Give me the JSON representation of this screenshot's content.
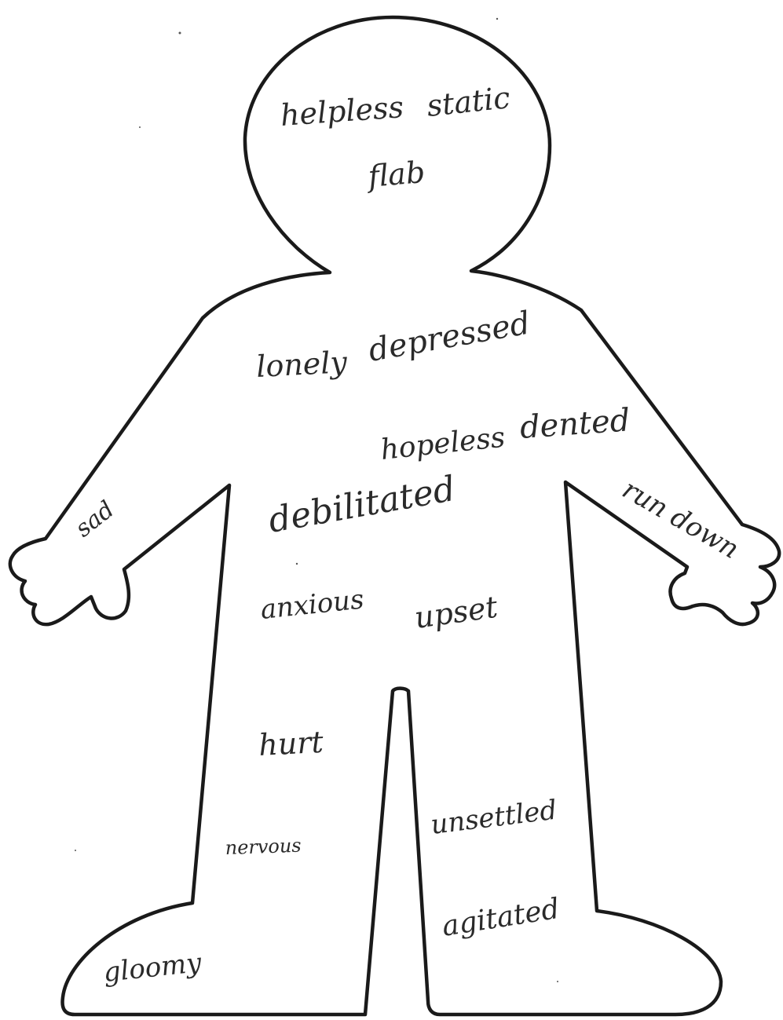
{
  "background_color": "#ffffff",
  "ink_color": "#1a1a1a",
  "figure": {
    "words": {
      "helpless": "helpless",
      "static": "static",
      "flab": "flab",
      "lonely": "lonely",
      "depressed": "depressed",
      "hopeless": "hopeless",
      "dented": "dented",
      "sad": "sad",
      "debilitated": "debilitated",
      "run_down": "run down",
      "anxious": "anxious",
      "upset": "upset",
      "hurt": "hurt",
      "unsettled": "unsettled",
      "nervous": "nervous",
      "agitated": "agitated",
      "gloomy": "gloomy"
    }
  }
}
